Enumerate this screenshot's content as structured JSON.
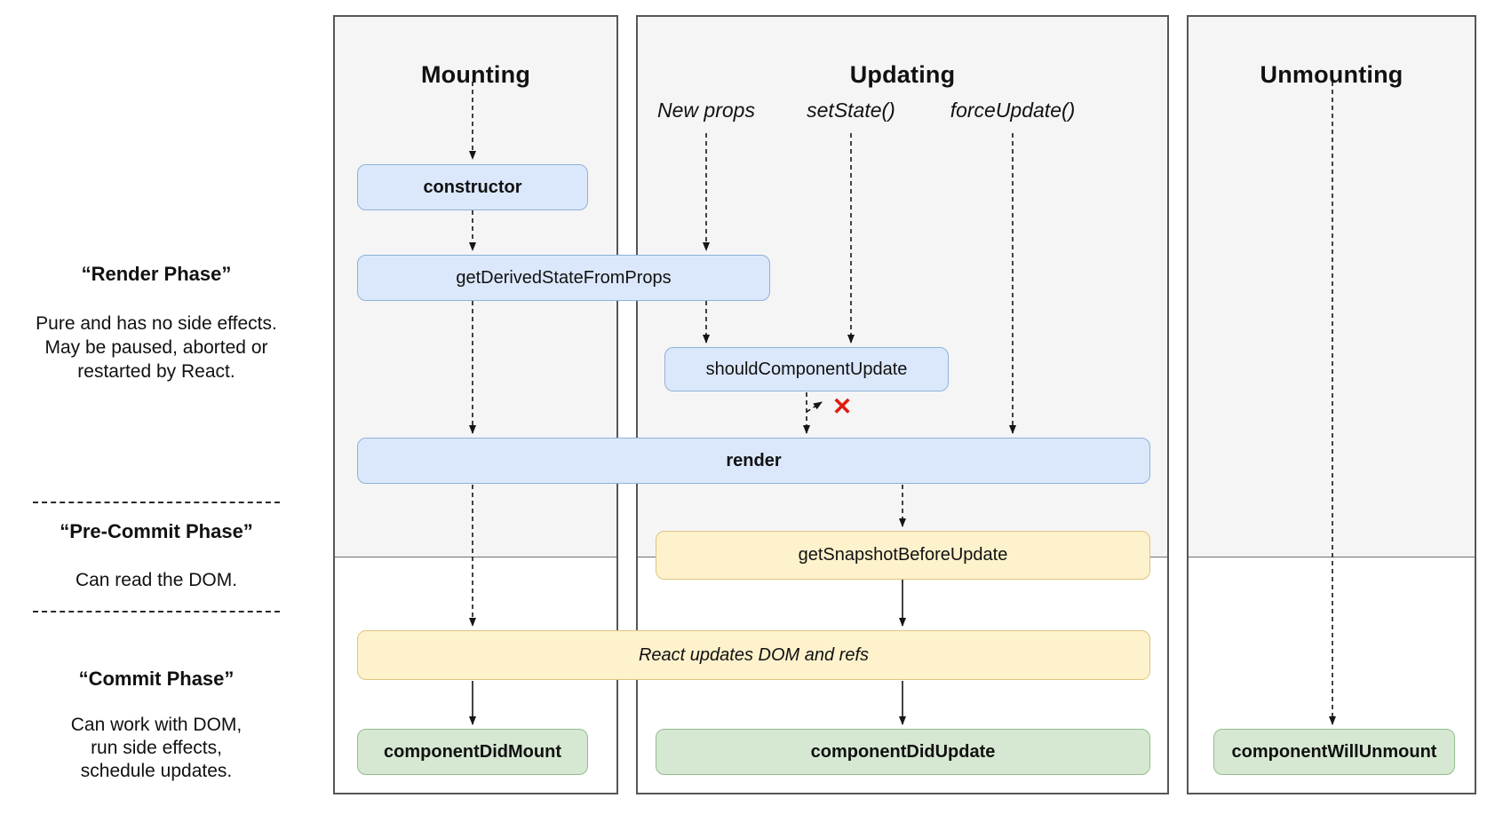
{
  "colors": {
    "panel_fill": "#f5f5f5",
    "panel_stroke": "#565656",
    "blue_fill": "#dbe8fc",
    "blue_stroke": "#8fb1d9",
    "yellow_fill": "#fdf2cc",
    "yellow_stroke": "#dfc57f",
    "green_fill": "#d6e8d2",
    "green_stroke": "#93bd8d",
    "x_red": "#df1b10"
  },
  "sidebar": {
    "render_phase": {
      "title": "“Render Phase”",
      "description": "Pure and has no side effects.\nMay be paused, aborted or\nrestarted by React."
    },
    "pre_commit_phase": {
      "title": "“Pre-Commit Phase”",
      "description": "Can read the DOM."
    },
    "commit_phase": {
      "title": "“Commit Phase”",
      "description": "Can work with DOM,\nrun side effects,\nschedule updates."
    }
  },
  "columns": {
    "mounting": {
      "title": "Mounting"
    },
    "updating": {
      "title": "Updating",
      "triggers": [
        "New props",
        "setState()",
        "forceUpdate()"
      ]
    },
    "unmounting": {
      "title": "Unmounting"
    }
  },
  "nodes": {
    "constructor": {
      "label": "constructor"
    },
    "get_derived_state_from_props": {
      "label": "getDerivedStateFromProps"
    },
    "should_component_update": {
      "label": "shouldComponentUpdate"
    },
    "render": {
      "label": "render"
    },
    "get_snapshot_before_update": {
      "label": "getSnapshotBeforeUpdate"
    },
    "react_updates_dom": {
      "label": "React updates DOM and refs"
    },
    "component_did_mount": {
      "label": "componentDidMount"
    },
    "component_did_update": {
      "label": "componentDidUpdate"
    },
    "component_will_unmount": {
      "label": "componentWillUnmount"
    },
    "skip_update_marker": "✕"
  }
}
